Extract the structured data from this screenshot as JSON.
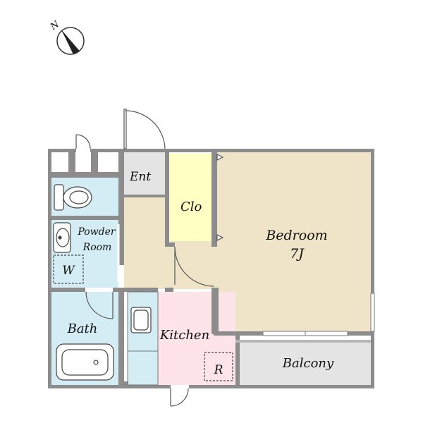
{
  "compass": {
    "north_label": "N",
    "icon": "north-arrow-icon"
  },
  "rooms": {
    "entrance": "Ent",
    "closet": "Clo",
    "bedroom": "Bedroom",
    "bedroom_size": "7J",
    "powder_room_line1": "Powder",
    "powder_room_line2": "Room",
    "washer": "W",
    "bath": "Bath",
    "kitchen": "Kitchen",
    "refrigerator": "R",
    "balcony": "Balcony"
  },
  "colors": {
    "wall": "#8c8c8c",
    "floor": "#efe4c8",
    "entry": "#e4e4e4",
    "closet": "#ffffc4",
    "wet_area": "#d4ecf3",
    "kitchen": "#fce4e8",
    "balcony": "#e4e4e4"
  }
}
